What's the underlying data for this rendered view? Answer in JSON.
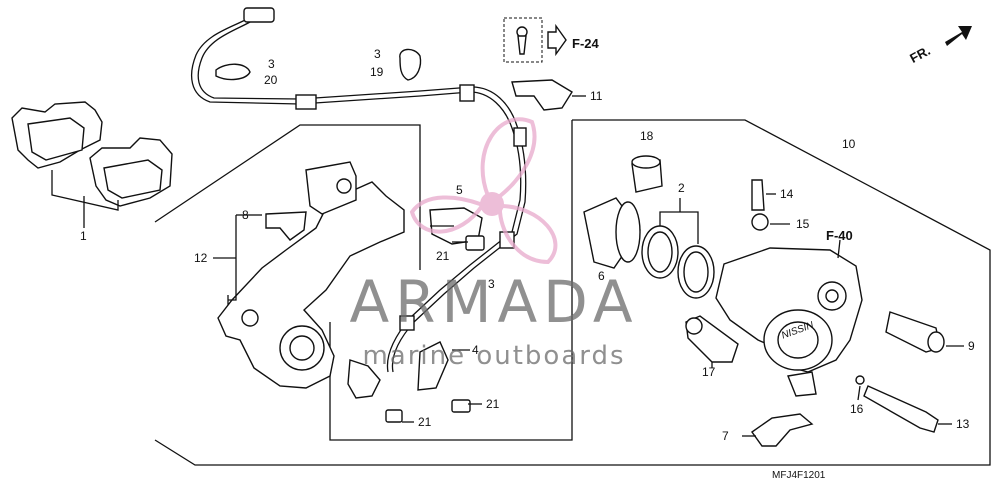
{
  "diagram": {
    "part_callouts": [
      {
        "id": "c1",
        "label": "1"
      },
      {
        "id": "c2",
        "label": "2"
      },
      {
        "id": "c3a",
        "label": "3"
      },
      {
        "id": "c20",
        "label": "20"
      },
      {
        "id": "c3b",
        "label": "3"
      },
      {
        "id": "c19",
        "label": "19"
      },
      {
        "id": "c3c",
        "label": "3"
      },
      {
        "id": "c4",
        "label": "4"
      },
      {
        "id": "c5",
        "label": "5"
      },
      {
        "id": "c6",
        "label": "6"
      },
      {
        "id": "c7",
        "label": "7"
      },
      {
        "id": "c8",
        "label": "8"
      },
      {
        "id": "c9",
        "label": "9"
      },
      {
        "id": "c10",
        "label": "10"
      },
      {
        "id": "c11",
        "label": "11"
      },
      {
        "id": "c12",
        "label": "12"
      },
      {
        "id": "c13",
        "label": "13"
      },
      {
        "id": "c14",
        "label": "14"
      },
      {
        "id": "c15",
        "label": "15"
      },
      {
        "id": "c16",
        "label": "16"
      },
      {
        "id": "c17",
        "label": "17"
      },
      {
        "id": "c18",
        "label": "18"
      },
      {
        "id": "c21a",
        "label": "21"
      },
      {
        "id": "c21b",
        "label": "21"
      },
      {
        "id": "c21c",
        "label": "21"
      }
    ],
    "references": {
      "f24": "F-24",
      "f40": "F-40"
    },
    "direction_label": "FR.",
    "drawing_code": "MFJ4F1201",
    "caliper_marking": "NISSIN"
  },
  "watermark": {
    "brand": "ARMADA",
    "tagline": "marine outboards",
    "accent_color": "#e8a9cc"
  }
}
